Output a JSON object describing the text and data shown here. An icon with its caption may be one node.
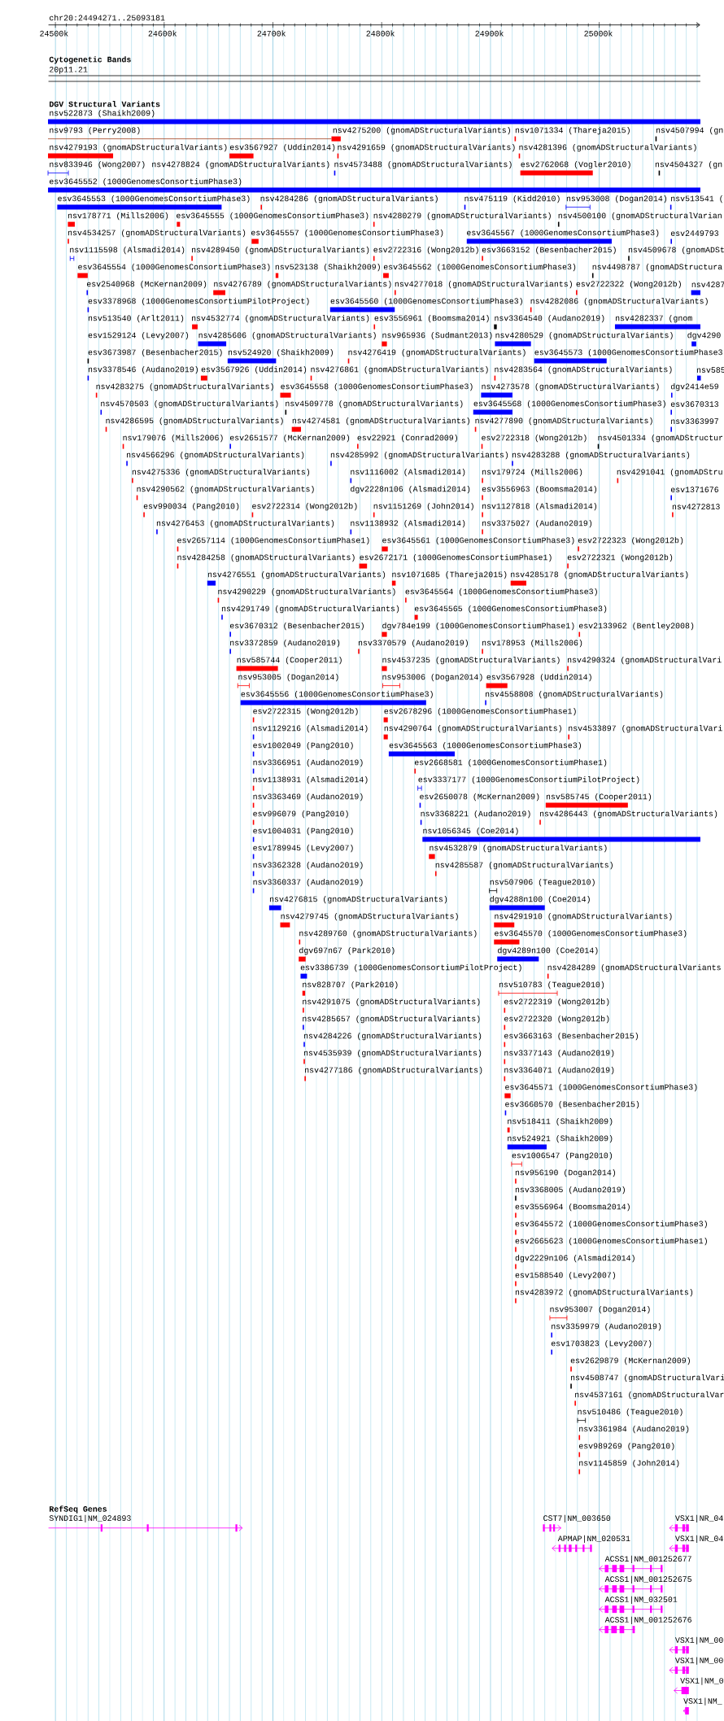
{
  "diagram": {
    "labels": [
      "chr20:24494271..25093181",
      "24500k",
      "24600k",
      "24700k",
      "24800k",
      "24900k",
      "25000k",
      "Cytogenetic Bands",
      "20p11.21",
      "DGV Structural Variants",
      "nsv522873 (Shaikh2009)",
      "nsv9793 (Perry2008)",
      "nsv4275200 (gnomADStructuralVariants)",
      "nsv1071334 (Thareja2015)",
      "nsv4507994 (gn",
      "nsv4279193 (gnomADStructuralVariants)",
      "esv3567927 (Uddin2014)",
      "nsv4291659 (gnomADStructuralVariants)",
      "nsv4281396 (gnomADStructuralVariants)",
      "nsv833946 (Wong2007)",
      "nsv4278824 (gnomADStructuralVariants)",
      "nsv4573488 (gnomADStructuralVariants)",
      "esv2762068 (Vogler2010)",
      "nsv4504327 (gn",
      "esv3645552 (1000GenomesConsortiumPhase3)",
      "esv3645553 (1000GenomesConsortiumPhase3)",
      "nsv4284286 (gnomADStructuralVariants)",
      "nsv475119 (Kidd2010)",
      "nsv953008 (Dogan2014)",
      "nsv513541 (",
      "nsv178771 (Mills2006)",
      "esv3645555 (1000GenomesConsortiumPhase3)",
      "nsv4280279 (gnomADStructuralVariants)",
      "nsv4500100 (gnomADStructuralVarian",
      "nsv4534257 (gnomADStructuralVariants)",
      "esv3645557 (1000GenomesConsortiumPhase3)",
      "esv3645567 (1000GenomesConsortiumPhase3)",
      "esv2449793",
      "nsv1115598 (Alsmadi2014)",
      "nsv4289450 (gnomADStructuralVariants)",
      "esv2722316 (Wong2012b)",
      "esv3663152 (Besenbacher2015)",
      "nsv4509678 (gnomADSt",
      "esv3645554 (1000GenomesConsortiumPhase3)",
      "nsv523138 (Shaikh2009)",
      "esv3645562 (1000GenomesConsortiumPhase3)",
      "nsv4498787 (gnomADStructura",
      "esv2540968 (McKernan2009)",
      "nsv4276789 (gnomADStructuralVariants)",
      "nsv4277018 (gnomADStructuralVariants)",
      "esv2722322 (Wong2012b)",
      "nsv4287",
      "esv3378968 (1000GenomesConsortiumPilotProject)",
      "esv3645560 (1000GenomesConsortiumPhase3)",
      "nsv4282086 (gnomADStructuralVariants)",
      "nsv513540 (Arlt2011)",
      "nsv4532774 (gnomADStructuralVariants)",
      "esv3556961 (Boomsma2014)",
      "nsv3364540 (Audano2019)",
      "nsv4282337 (gnom",
      "esv1529124 (Levy2007)",
      "nsv4285606 (gnomADStructuralVariants)",
      "nsv965936 (Sudmant2013)",
      "nsv4280529 (gnomADStructuralVariants)",
      "dgv4290",
      "esv3673987 (Besenbacher2015)",
      "nsv524920 (Shaikh2009)",
      "nsv4276419 (gnomADStructuralVariants)",
      "esv3645573 (1000GenomesConsortiumPhase3",
      "nsv3378546 (Audano2019)",
      "esv3567926 (Uddin2014)",
      "nsv4276861 (gnomADStructuralVariants)",
      "nsv4283564 (gnomADStructuralVariants)",
      "nsv585",
      "nsv4283275 (gnomADStructuralVariants)",
      "esv3645558 (1000GenomesConsortiumPhase3)",
      "nsv4273578 (gnomADStructuralVariants)",
      "dgv2414e59",
      "nsv4570503 (gnomADStructuralVariants)",
      "nsv4509778 (gnomADStructuralVariants)",
      "esv3645568 (1000GenomesConsortiumPhase3)",
      "esv3670313",
      "nsv4286595 (gnomADStructuralVariants)",
      "nsv4274581 (gnomADStructuralVariants)",
      "nsv4277890 (gnomADStructuralVariants)",
      "nsv3363997",
      "nsv179076 (Mills2006)",
      "esv2651577 (McKernan2009)",
      "esv22921 (Conrad2009)",
      "esv2722318 (Wong2012b)",
      "nsv4501334 (gnomADStructur",
      "nsv4566296 (gnomADStructuralVariants)",
      "nsv4285992 (gnomADStructuralVariants)",
      "nsv4283288 (gnomADStructuralVariants)",
      "nsv4275336 (gnomADStructuralVariants)",
      "nsv1116002 (Alsmadi2014)",
      "nsv179724 (Mills2006)",
      "nsv4291041 (gnomADStru",
      "nsv4290562 (gnomADStructuralVariants)",
      "dgv2228n106 (Alsmadi2014)",
      "esv3556963 (Boomsma2014)",
      "esv1371676",
      "esv990034 (Pang2010)",
      "esv2722314 (Wong2012b)",
      "nsv1151269 (John2014)",
      "nsv1127818 (Alsmadi2014)",
      "nsv4272813",
      "nsv4276453 (gnomADStructuralVariants)",
      "nsv1138932 (Alsmadi2014)",
      "nsv3375027 (Audano2019)",
      "esv2657114 (1000GenomesConsortiumPhase1)",
      "esv3645561 (1000GenomesConsortiumPhase3)",
      "esv2722323 (Wong2012b)",
      "nsv4284258 (gnomADStructuralVariants)",
      "esv2672171 (1000GenomesConsortiumPhase1)",
      "esv2722321 (Wong2012b)",
      "nsv4276551 (gnomADStructuralVariants)",
      "nsv1071685 (Thareja2015)",
      "nsv4285178 (gnomADStructuralVariants)",
      "nsv4290229 (gnomADStructuralVariants)",
      "esv3645564 (1000GenomesConsortiumPhase3)",
      "nsv4291749 (gnomADStructuralVariants)",
      "esv3645565 (1000GenomesConsortiumPhase3)",
      "esv3670312 (Besenbacher2015)",
      "dgv784e199 (1000GenomesConsortiumPhase1)",
      "esv2133962 (Bentley2008)",
      "nsv3372859 (Audano2019)",
      "nsv3370579 (Audano2019)",
      "nsv178953 (Mills2006)",
      "nsv585744 (Cooper2011)",
      "nsv4537235 (gnomADStructuralVariants)",
      "nsv4290324 (gnomADStructuralVari",
      "nsv953005 (Dogan2014)",
      "nsv953006 (Dogan2014)",
      "esv3567928 (Uddin2014)",
      "esv3645556 (1000GenomesConsortiumPhase3)",
      "nsv4558808 (gnomADStructuralVariants)",
      "esv2722315 (Wong2012b)",
      "esv2678296 (1000GenomesConsortiumPhase1)",
      "nsv1129216 (Alsmadi2014)",
      "nsv4290764 (gnomADStructuralVariants)",
      "nsv4533897 (gnomADStructuralVari",
      "esv1002049 (Pang2010)",
      "esv3645563 (1000GenomesConsortiumPhase3)",
      "nsv3366951 (Audano2019)",
      "esv2668581 (1000GenomesConsortiumPhase1)",
      "nsv1138931 (Alsmadi2014)",
      "esv3337177 (1000GenomesConsortiumPilotProject)",
      "nsv3363469 (Audano2019)",
      "esv2650078 (McKernan2009)",
      "nsv585745 (Cooper2011)",
      "esv996079 (Pang2010)",
      "nsv3368221 (Audano2019)",
      "nsv4286443 (gnomADStructuralVariants)",
      "esv1004031 (Pang2010)",
      "nsv1056345 (Coe2014)",
      "esv1789945 (Levy2007)",
      "nsv4532879 (gnomADStructuralVariants)",
      "nsv3362328 (Audano2019)",
      "nsv4285587 (gnomADStructuralVariants)",
      "nsv3360337 (Audano2019)",
      "nsv507906 (Teague2010)",
      "nsv4276815 (gnomADStructuralVariants)",
      "dgv4288n100 (Coe2014)",
      "nsv4279745 (gnomADStructuralVariants)",
      "nsv4291910 (gnomADStructuralVariants)",
      "nsv4289760 (gnomADStructuralVariants)",
      "esv3645570 (1000GenomesConsortiumPhase3)",
      "dgv697n67 (Park2010)",
      "dgv4289n100 (Coe2014)",
      "esv3386739 (1000GenomesConsortiumPilotProject)",
      "nsv4284289 (gnomADStructuralVariants",
      "nsv828707 (Park2010)",
      "nsv510783 (Teague2010)",
      "nsv4291075 (gnomADStructuralVariants)",
      "esv2722319 (Wong2012b)",
      "nsv4285657 (gnomADStructuralVariants)",
      "esv2722320 (Wong2012b)",
      "nsv4284226 (gnomADStructuralVariants)",
      "esv3663163 (Besenbacher2015)",
      "nsv4535939 (gnomADStructuralVariants)",
      "nsv3377143 (Audano2019)",
      "nsv4277186 (gnomADStructuralVariants)",
      "nsv3364071 (Audano2019)",
      "esv3645571 (1000GenomesConsortiumPhase3)",
      "esv3660570 (Besenbacher2015)",
      "nsv518411 (Shaikh2009)",
      "nsv524921 (Shaikh2009)",
      "esv1006547 (Pang2010)",
      "nsv956190 (Dogan2014)",
      "nsv3368005 (Audano2019)",
      "esv3556964 (Boomsma2014)",
      "esv3645572 (1000GenomesConsortiumPhase3)",
      "esv2665623 (1000GenomesConsortiumPhase1)",
      "dgv2229n106 (Alsmadi2014)",
      "esv1588540 (Levy2007)",
      "nsv4283972 (gnomADStructuralVariants)",
      "nsv953007 (Dogan2014)",
      "nsv3359979 (Audano2019)",
      "esv1703823 (Levy2007)",
      "esv2629879 (McKernan2009)",
      "nsv4508747 (gnomADStructuralVari",
      "nsv4537161 (gnomADStructuralVar",
      "nsv510486 (Teague2010)",
      "nsv3361984 (Audano2019)",
      "esv989269 (Pang2010)",
      "nsv1145859 (John2014)",
      "RefSeq Genes",
      "SYNDIG1|NM_024893",
      "CST7|NM_003650",
      "VSX1|NR_04",
      "APMAP|NM_020531",
      "VSX1|NR_04",
      "ACSS1|NM_001252677",
      "ACSS1|NM_001252675",
      "ACSS1|NM_032501",
      "ACSS1|NM_001252676",
      "VSX1|NM_00",
      "VSX1|NM_00",
      "VSX1|NM_0",
      "VSX1|NM_"
    ]
  }
}
